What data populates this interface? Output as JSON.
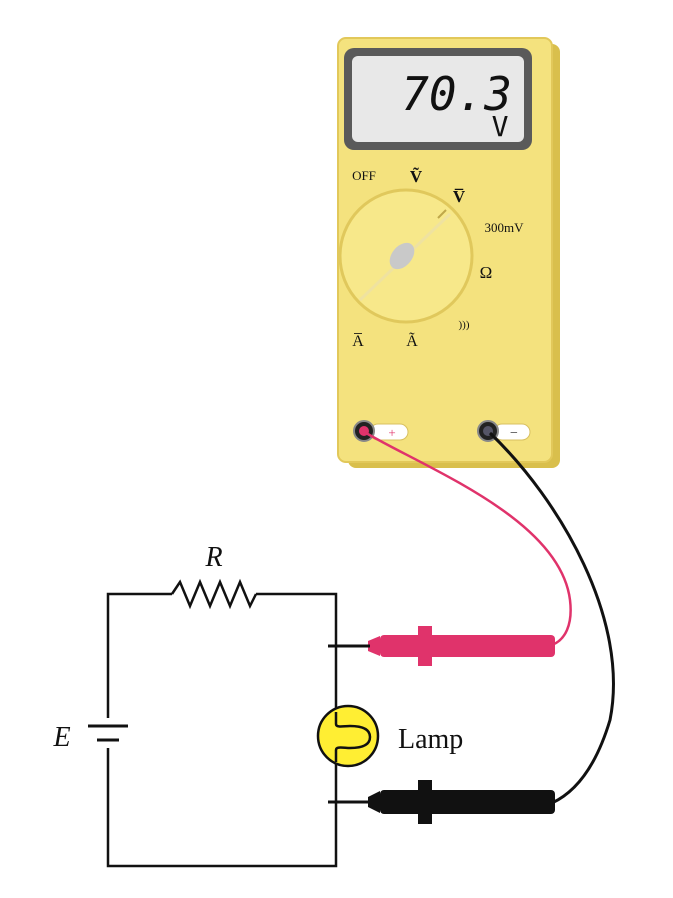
{
  "meter": {
    "display_value": "70.3",
    "display_unit": "V",
    "dial": {
      "off": "OFF",
      "ac_volts": "Ṽ",
      "dc_volts": "V̅",
      "millivolts": "300mV",
      "ohms": "Ω",
      "continuity": ")))",
      "dc_amps": "A̅",
      "ac_amps": "Ã"
    },
    "terminal_pos_label": "+",
    "terminal_neg_label": "−"
  },
  "circuit": {
    "resistor_label": "R",
    "source_label": "E",
    "lamp_label": "Lamp"
  },
  "colors": {
    "meter_body": "#f4e27e",
    "meter_edge": "#e2c85a",
    "lcd": "#e8e8e8",
    "red_lead": "#e0336b",
    "black_lead": "#111111",
    "lamp": "#ffee33"
  }
}
